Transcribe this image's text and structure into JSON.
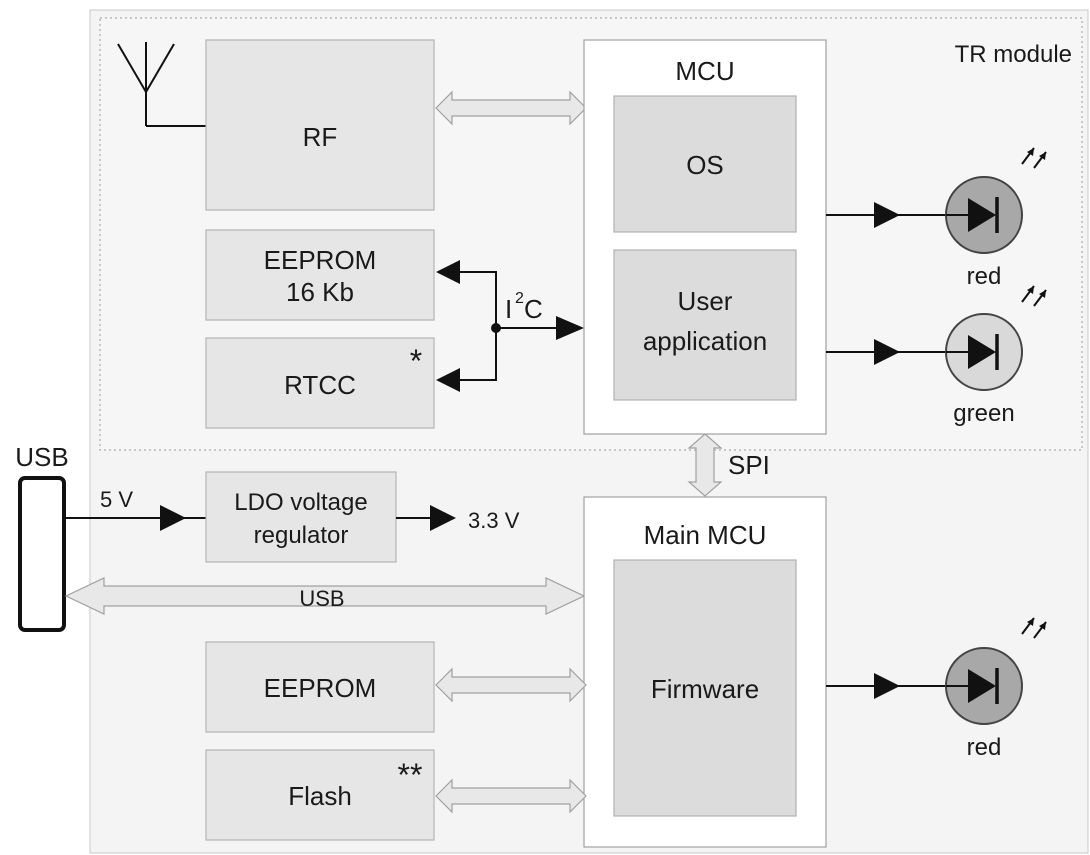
{
  "diagram": {
    "tr_module_label": "TR module",
    "blocks": {
      "rf": "RF",
      "eeprom_16kb_line1": "EEPROM",
      "eeprom_16kb_line2": "16 Kb",
      "rtcc": "RTCC",
      "rtcc_note": "*",
      "mcu": "MCU",
      "os": "OS",
      "user_app_line1": "User",
      "user_app_line2": "application",
      "ldo_line1": "LDO voltage",
      "ldo_line2": "regulator",
      "main_mcu": "Main MCU",
      "firmware": "Firmware",
      "eeprom": "EEPROM",
      "flash": "Flash",
      "flash_note": "**"
    },
    "connectors": {
      "usb_port": "USB",
      "usb_bus": "USB",
      "i2c_main": "I",
      "i2c_sup": "2",
      "i2c_tail": "C",
      "spi": "SPI",
      "v5": "5 V",
      "v33": "3.3 V"
    },
    "leds": {
      "tr_red": "red",
      "tr_green": "green",
      "main_red": "red"
    },
    "colors": {
      "block_fill": "#e6e6e6",
      "inner_fill": "#dcdcdc",
      "led_red_fill": "#a8a8a8",
      "led_green_fill": "#d9d9d9",
      "bus_fill": "#e8e8e8"
    }
  }
}
